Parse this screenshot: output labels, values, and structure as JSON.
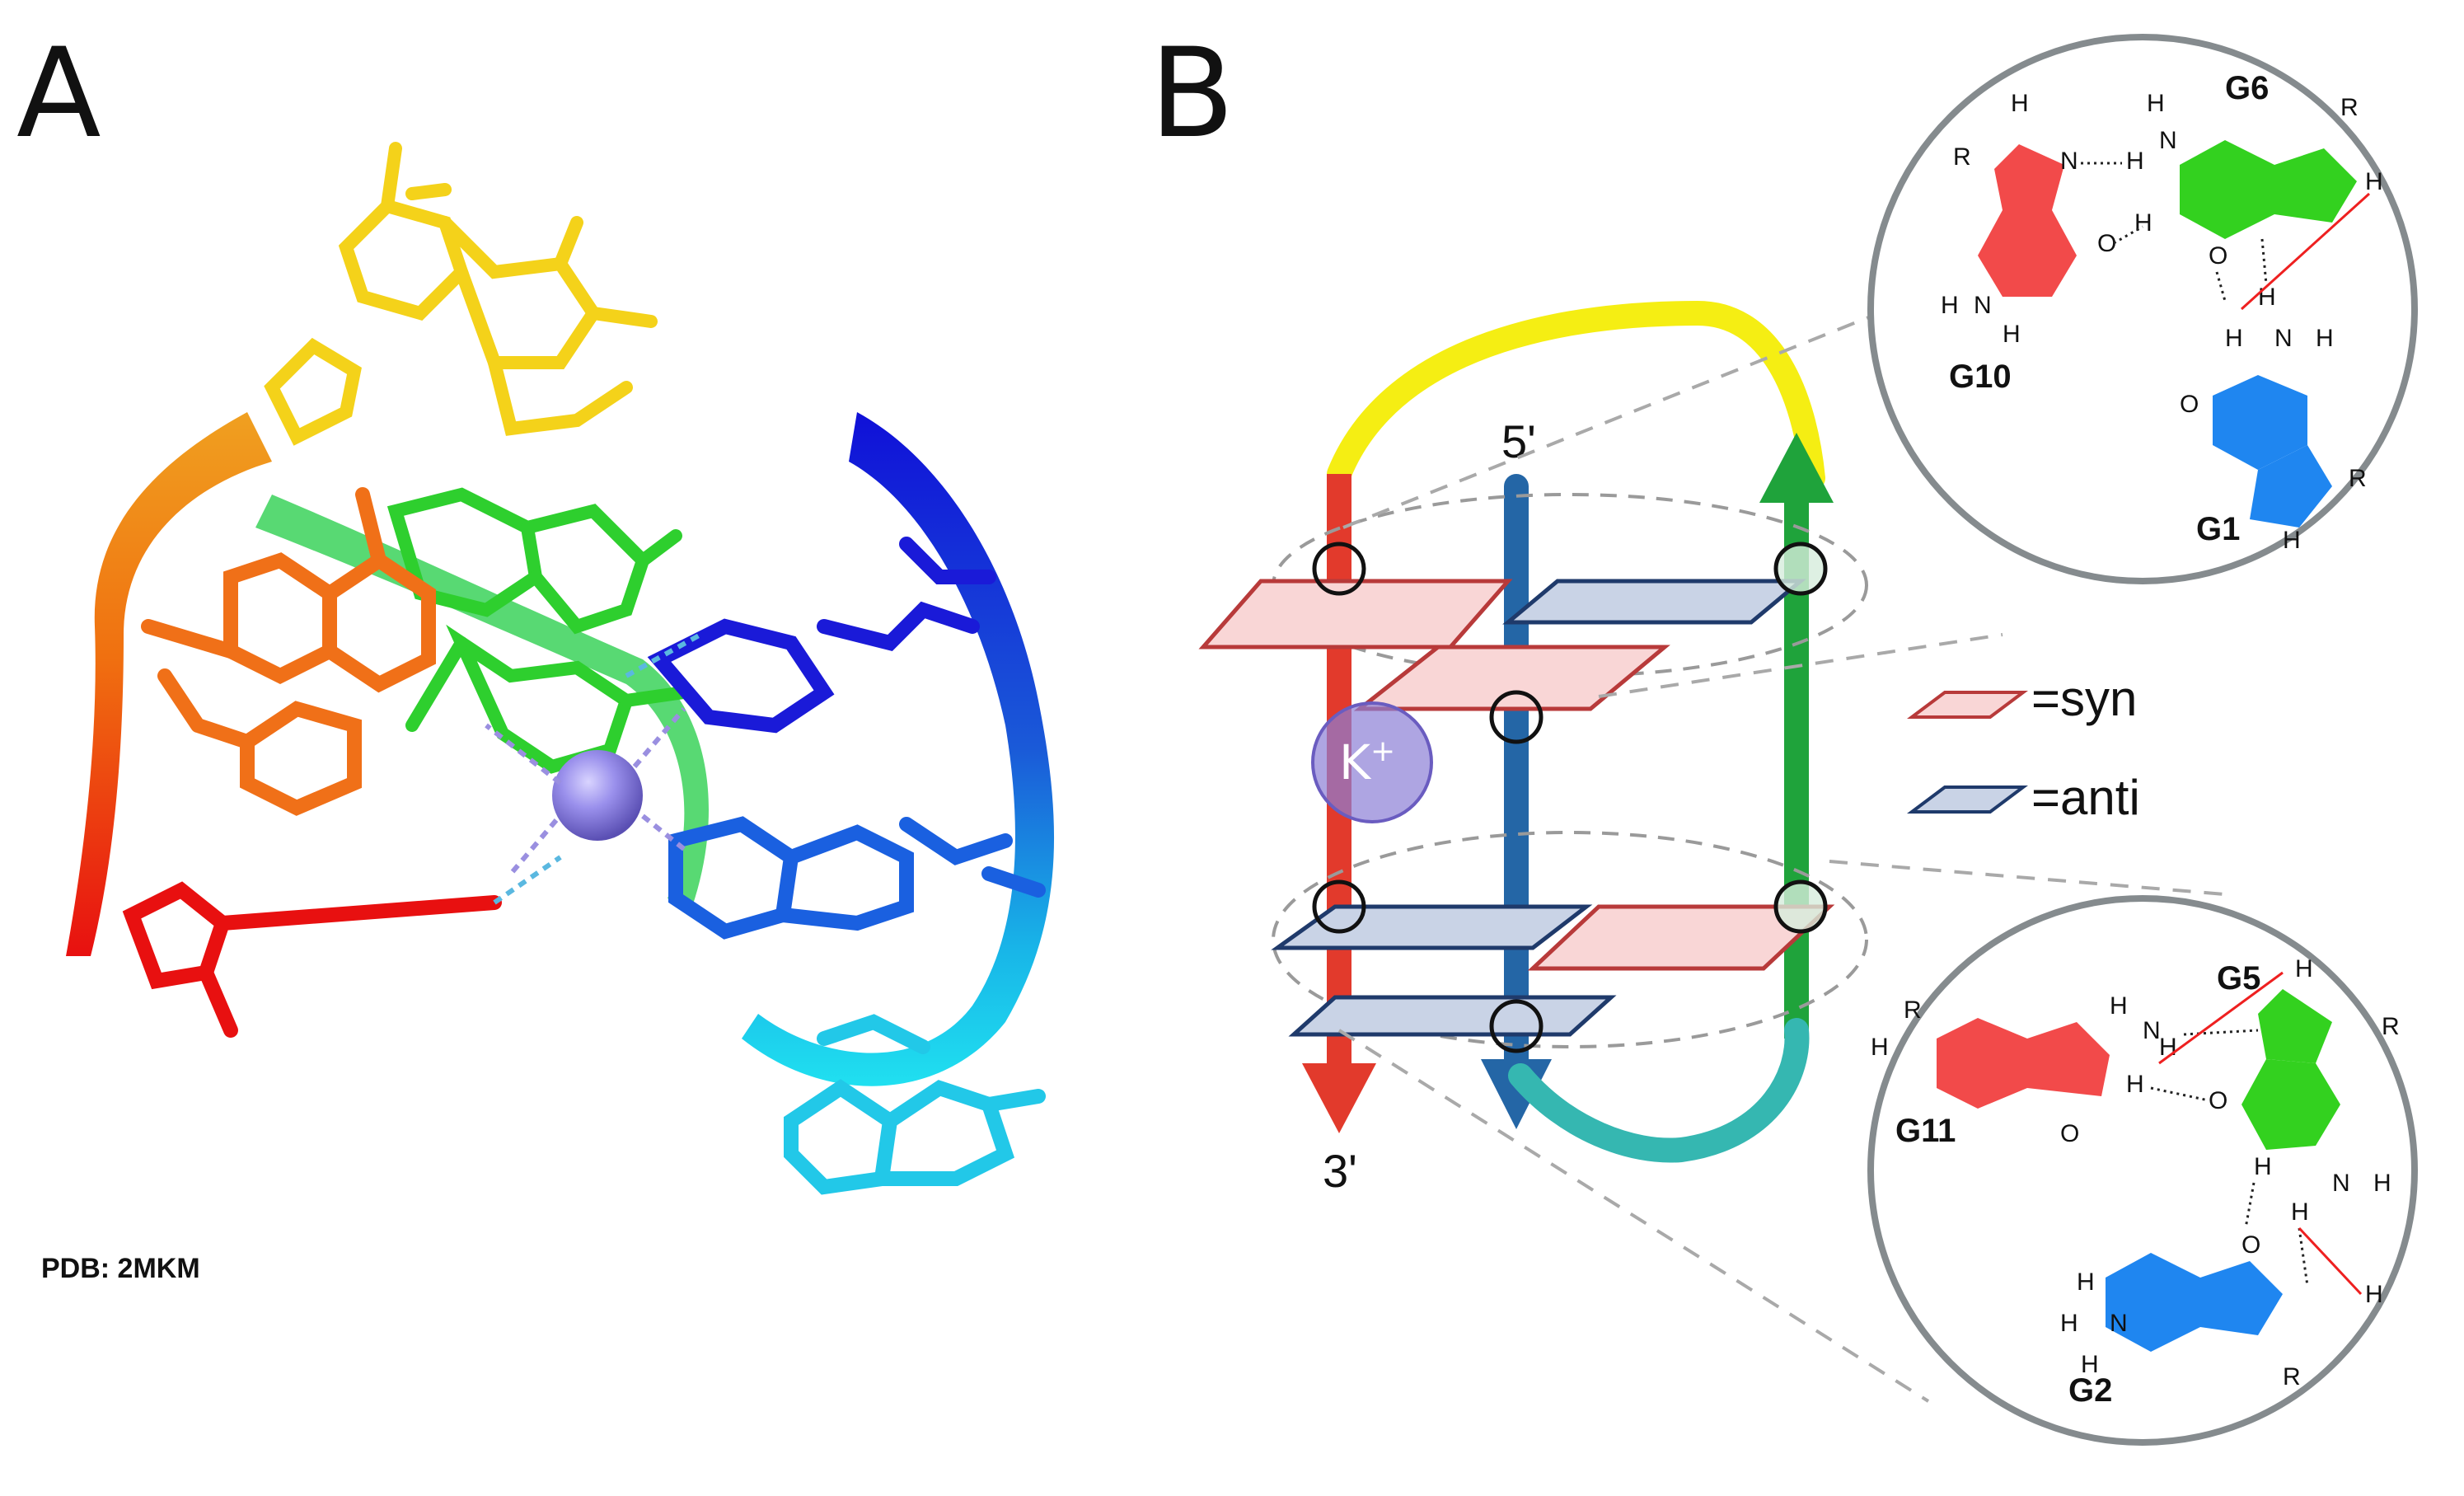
{
  "panels": {
    "a_label": "A",
    "b_label": "B"
  },
  "panel_a": {
    "pdb_caption": "PDB: 2MKM"
  },
  "panel_b": {
    "strand_5_label": "5'",
    "strand_3_label": "3'",
    "ion_label": "K",
    "ion_charge": "+",
    "legend": {
      "syn_label": "=syn",
      "anti_label": "=anti"
    }
  },
  "top_inset": {
    "g10": "G10",
    "g6": "G6",
    "g1": "G1"
  },
  "bottom_inset": {
    "g11": "G11",
    "g5": "G5",
    "g2": "G2"
  },
  "colors": {
    "syn_fill": "#f9d6d6",
    "syn_stroke": "#b83a3a",
    "anti_fill": "#c9d3e6",
    "anti_stroke": "#1f3a6b",
    "strand_red": "#e23a2c",
    "strand_blue": "#2466a6",
    "strand_green": "#1fa33b",
    "loop_yellow": "#f5ee13",
    "loop_teal": "#35b7b1",
    "ion": "#8b7fd6",
    "base_red": "#f24a4a",
    "base_green": "#33d11f",
    "base_blue": "#1f86f0"
  }
}
